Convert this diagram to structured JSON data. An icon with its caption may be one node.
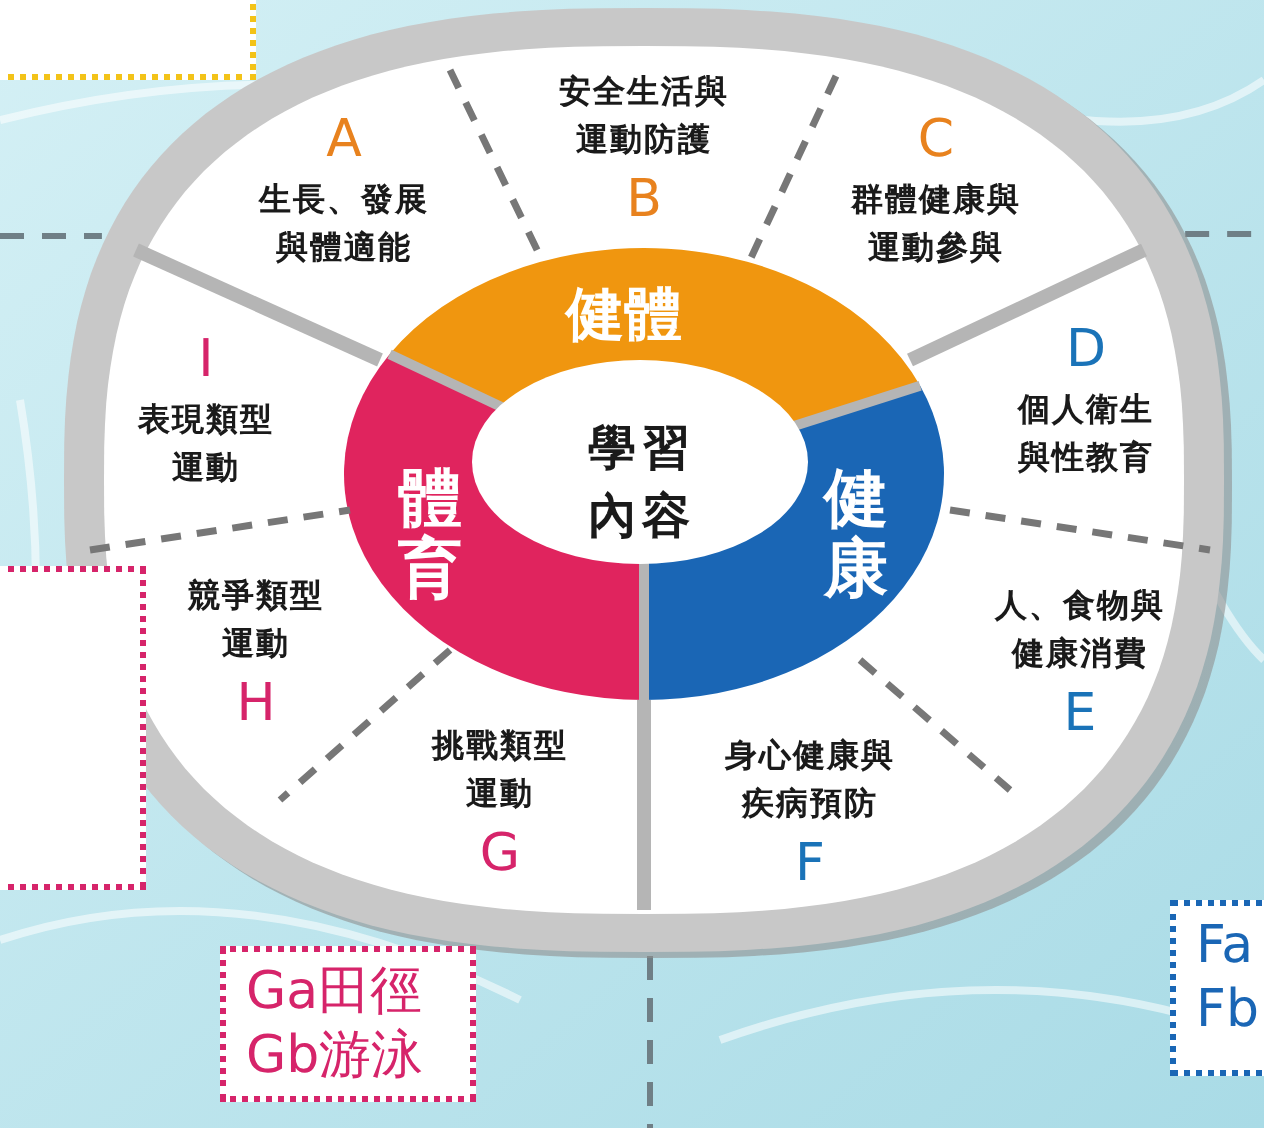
{
  "diagram": {
    "nodes": [
      {
        "text": [],
        "shape": "box"
      },
      {
        "text": [],
        "shape": "ellipse"
      },
      {
        "text": [
          "安全生活與運動防護",
          "B"
        ],
        "in": 1
      },
      {
        "text": [
          "A",
          "生長、發展與體適能"
        ],
        "in": 1
      },
      {
        "text": [
          "C",
          "群體健康與運動參與"
        ],
        "in": 1
      },
      {
        "text": [
          "健體"
        ],
        "in": 1
      },
      {
        "text": [
          "D",
          "個人衛生與性教育"
        ],
        "in": 1
      },
      {
        "text": [
          "I",
          "表現**類**型運動"
        ],
        "in": 1
      },
      {
        "text": [
          "學習內容"
        ],
        "in": 1
      },
      {
        "text": [
          "體育"
        ],
        "in": 1
      },
      {
        "text": [
          "健康"
        ],
        "in": 1
      },
      {
        "text": [
          "競爭**類**型運動",
          "H"
        ],
        "in": 1
      },
      {
        "text": [
          "人、食物與健康消費",
          "E"
        ],
        "in": 1
      },
      {
        "text": [
          "挑戰**類**型運動",
          "G"
        ],
        "in": 1
      },
      {
        "text": [
          "身心健康與疾病預防",
          "F"
        ],
        "in": 1
      },
      {
        "text": [],
        "shape": "box"
      },
      {
        "text": [
          "Ga田徑",
          "Gb游泳"
        ]
      },
      {
        "text": [
          "Fa",
          "Fb"
        ]
      }
    ],
    "edges": [
      {
        "from": null,
        "to": 1,
        "arrow": "none",
        "style": "dashed"
      },
      {
        "from": 1,
        "to": null,
        "arrow": "none",
        "style": "dashed"
      },
      {
        "from": 1,
        "to": null,
        "arrow": "none",
        "style": "dashed"
      }
    ]
  }
}
